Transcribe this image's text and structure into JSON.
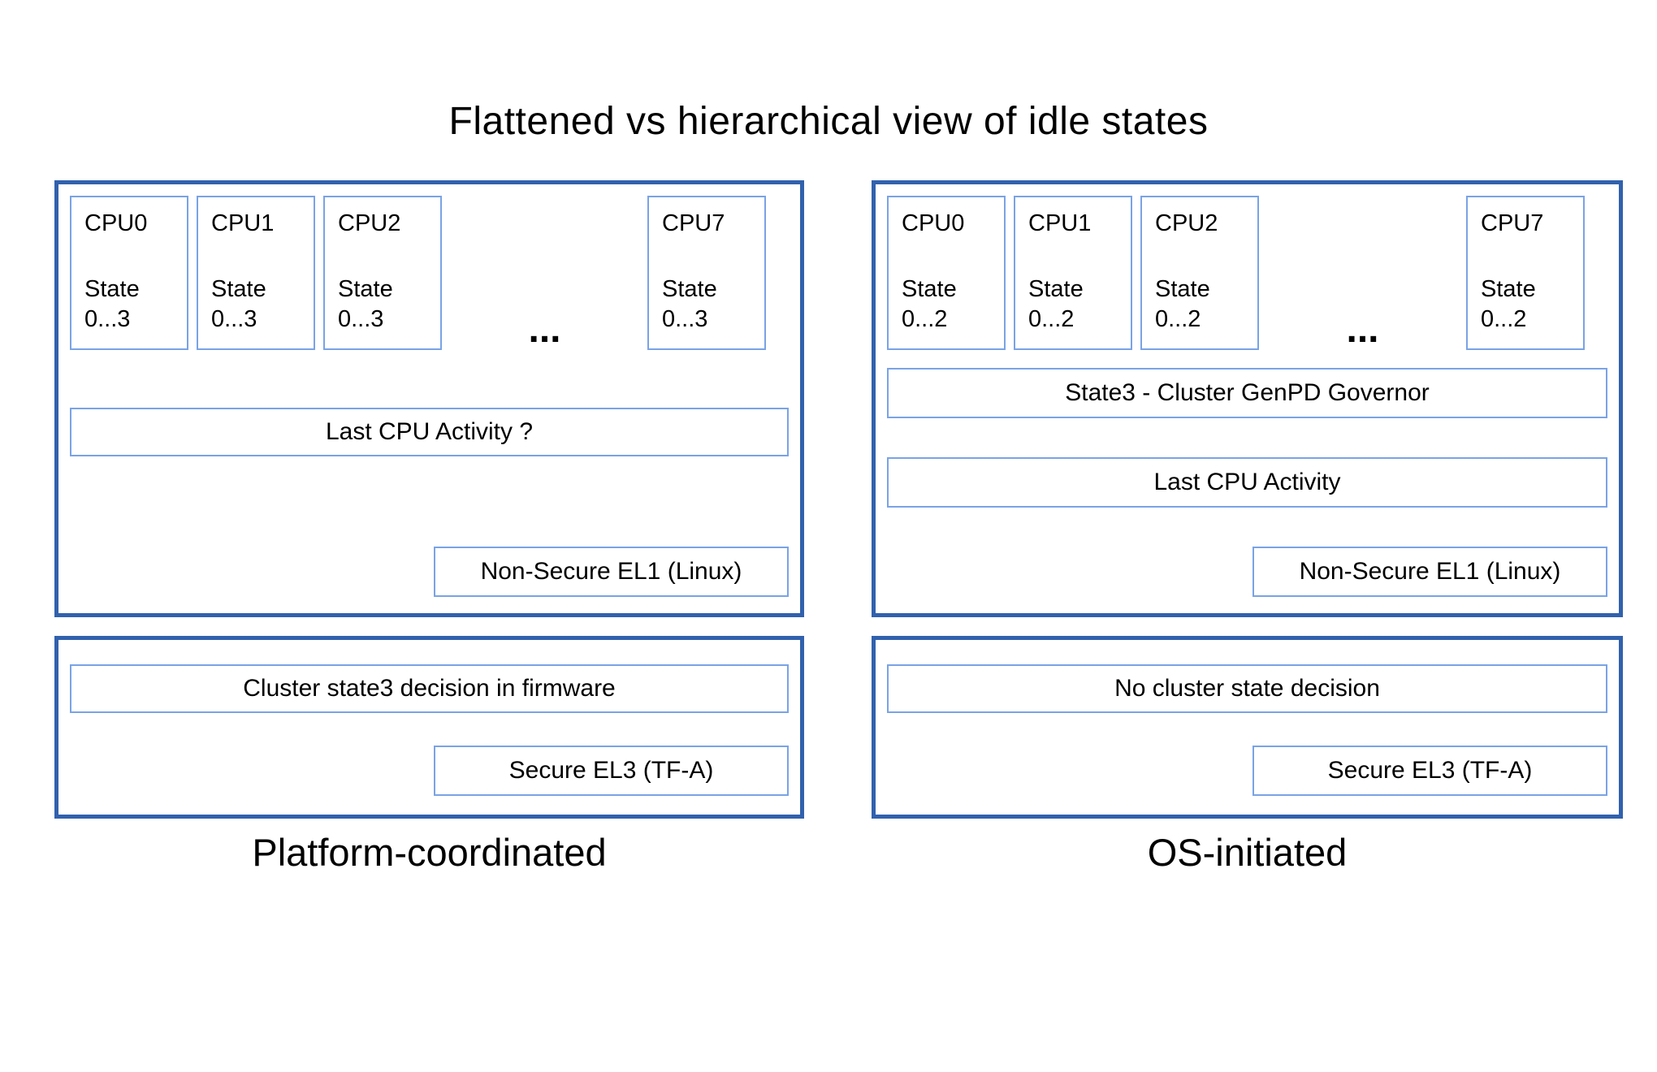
{
  "title": "Flattened vs hierarchical view of idle states",
  "ellipsis": "...",
  "colors": {
    "thick_border": "#3161ad",
    "thin_border": "#7aa3e5",
    "background": "#ffffff",
    "text": "#000000"
  },
  "platform": {
    "caption": "Platform-coordinated",
    "cpus": [
      {
        "name": "CPU0",
        "state_label": "State",
        "state_range": "0...3"
      },
      {
        "name": "CPU1",
        "state_label": "State",
        "state_range": "0...3"
      },
      {
        "name": "CPU2",
        "state_label": "State",
        "state_range": "0...3"
      },
      {
        "name": "CPU7",
        "state_label": "State",
        "state_range": "0...3"
      }
    ],
    "activity_label": "Last CPU Activity ?",
    "el1_label": "Non-Secure EL1 (Linux)",
    "firmware_label": "Cluster state3 decision in firmware",
    "el3_label": "Secure EL3 (TF-A)"
  },
  "os_initiated": {
    "caption": "OS-initiated",
    "cpus": [
      {
        "name": "CPU0",
        "state_label": "State",
        "state_range": "0...2"
      },
      {
        "name": "CPU1",
        "state_label": "State",
        "state_range": "0...2"
      },
      {
        "name": "CPU2",
        "state_label": "State",
        "state_range": "0...2"
      },
      {
        "name": "CPU7",
        "state_label": "State",
        "state_range": "0...2"
      }
    ],
    "governor_label": "State3 - Cluster GenPD Governor",
    "activity_label": "Last CPU Activity",
    "el1_label": "Non-Secure EL1 (Linux)",
    "decision_label": "No cluster state decision",
    "el3_label": "Secure EL3 (TF-A)"
  }
}
